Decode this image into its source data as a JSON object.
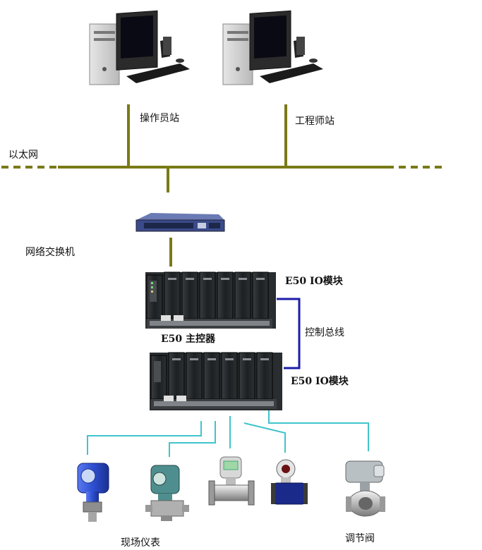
{
  "labels": {
    "operator_station": "操作员站",
    "engineer_station": "工程师站",
    "ethernet": "以太网",
    "network_switch": "网络交换机",
    "io_module_top": "E50 IO模块",
    "main_controller": "E50 主控器",
    "control_bus": "控制总线",
    "io_module_bottom": "E50 IO模块",
    "field_instruments": "现场仪表",
    "control_valve": "调节阀"
  },
  "colors": {
    "network_line": "#7a7a18",
    "control_bus": "#1c1caa",
    "field_line": "#40c4cc",
    "module_dark": "#1f2224",
    "instrument_blue": "#2d4fd0",
    "instrument_teal": "#4f8e8e",
    "switch_blue": "#3a4a8a"
  }
}
